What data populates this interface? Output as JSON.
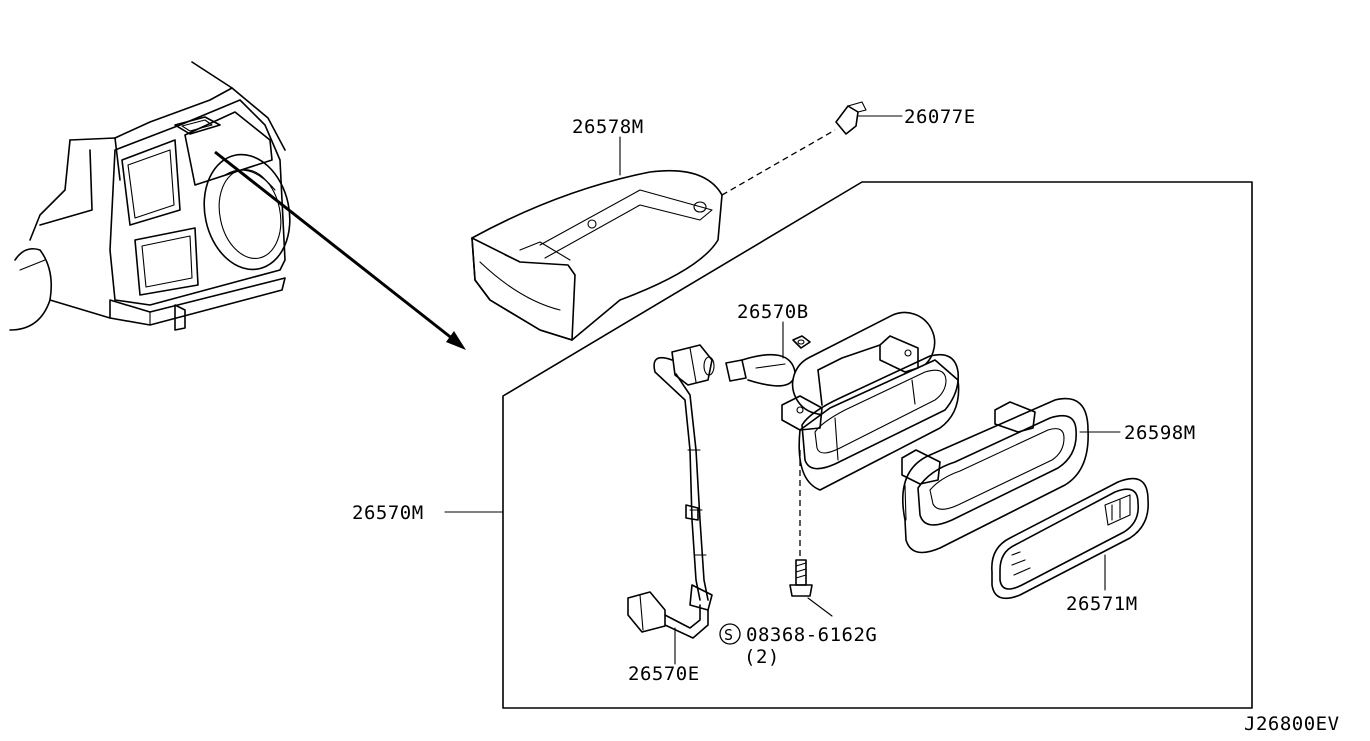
{
  "figure_code": "J26800EV",
  "callouts": {
    "high_mount_housing": "26578M",
    "clip": "26077E",
    "bulb": "26570B",
    "lamp_assembly": "26570M",
    "lamp_body": "26598M",
    "lens": "26571M",
    "harness_socket": "26570E",
    "screw_part": "08368-6162G",
    "screw_symbol": "S",
    "screw_qty": "(2)"
  }
}
